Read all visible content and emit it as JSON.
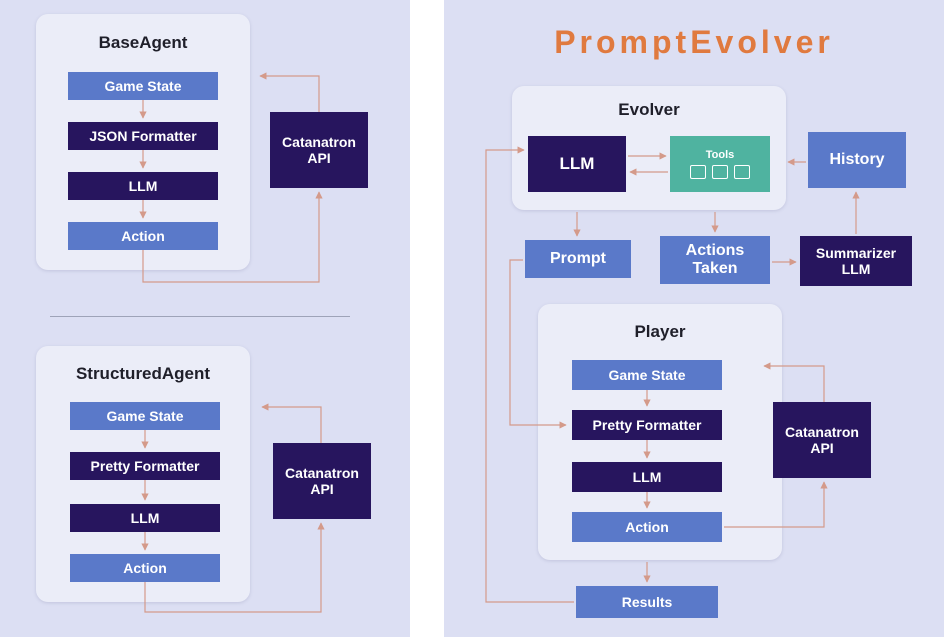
{
  "colors": {
    "blue": "#5a79c9",
    "navy": "#27155e",
    "teal": "#4fb3a0",
    "brand": "#e07a3f",
    "panel": "#dcdff3"
  },
  "left": {
    "base_agent": {
      "title": "BaseAgent",
      "steps": [
        "Game State",
        "JSON Formatter",
        "LLM",
        "Action"
      ],
      "api": "Catanatron\nAPI"
    },
    "structured_agent": {
      "title": "StructuredAgent",
      "steps": [
        "Game State",
        "Pretty Formatter",
        "LLM",
        "Action"
      ],
      "api": "Catanatron\nAPI"
    }
  },
  "right": {
    "brand": "PromptEvolver",
    "evolver": {
      "title": "Evolver",
      "llm": "LLM",
      "tools_label": "Tools",
      "tool_icons": [
        "monitor-icon",
        "document-icon",
        "search-doc-icon"
      ]
    },
    "history": "History",
    "prompt": "Prompt",
    "actions_taken": "Actions\nTaken",
    "summarizer": "Summarizer\nLLM",
    "player": {
      "title": "Player",
      "steps": [
        "Game State",
        "Pretty Formatter",
        "LLM",
        "Action"
      ],
      "api": "Catanatron\nAPI"
    },
    "results": "Results"
  }
}
